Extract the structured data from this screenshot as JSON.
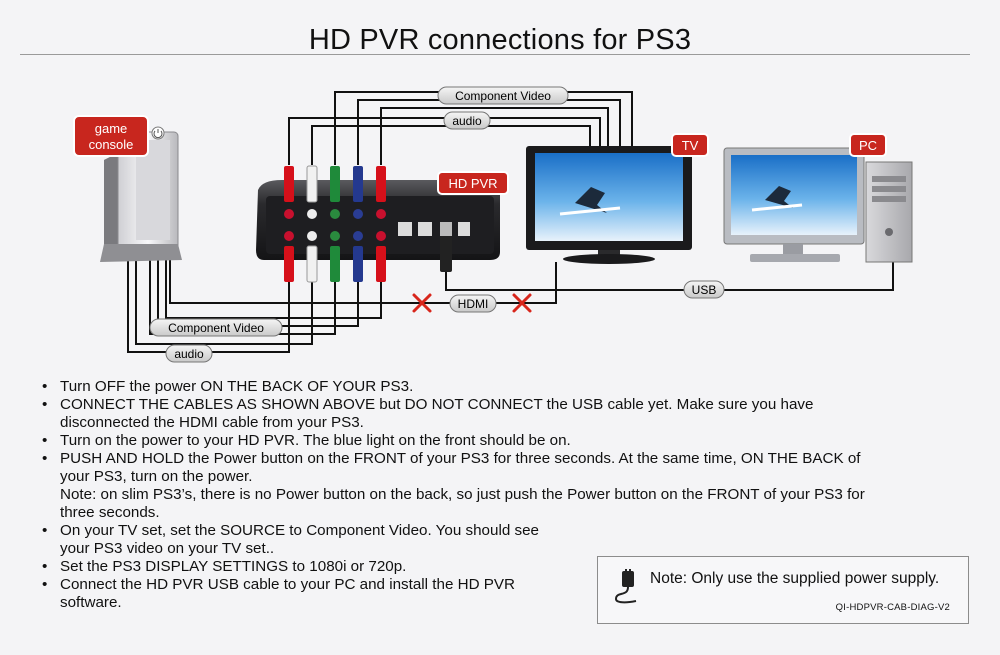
{
  "title": "HD PVR connections for PS3",
  "labels": {
    "game_console": [
      "game",
      "console"
    ],
    "hd_pvr": "HD PVR",
    "tv": "TV",
    "pc": "PC",
    "component_video_top": "Component Video",
    "audio_top": "audio",
    "component_video_bottom": "Component Video",
    "audio_bottom": "audio",
    "hdmi": "HDMI",
    "usb": "USB"
  },
  "colors": {
    "badge_red": "#c8261e",
    "cable_red": "#d6101a",
    "cable_green": "#1f8a3a",
    "cable_blue": "#24398f",
    "cable_white": "#f1f1f1",
    "cross_red": "#d8261c"
  },
  "instructions": [
    [
      "Turn OFF the power ON THE BACK OF YOUR PS3."
    ],
    [
      "CONNECT THE CABLES AS SHOWN ABOVE but DO NOT CONNECT the USB cable yet. Make sure you have",
      "disconnected the HDMI cable from your PS3."
    ],
    [
      "Turn on the power to your HD PVR. The blue light on the front should be on."
    ],
    [
      "PUSH AND HOLD the Power button on the FRONT of your PS3 for three seconds. At the same time, ON THE BACK of",
      "your PS3, turn on the power.",
      "Note: on slim PS3’s, there is no Power button on the back, so just push the Power button on the FRONT of your PS3 for",
      "three seconds."
    ],
    [
      "On your TV set, set the SOURCE to Component Video. You should see",
      "your PS3 video on your TV set.."
    ],
    [
      "Set the PS3 DISPLAY SETTINGS to 1080i or 720p."
    ],
    [
      "Connect the HD PVR USB cable to your PC and install the HD PVR",
      "software."
    ]
  ],
  "note": {
    "icon": "power-plug-icon",
    "text": "Note: Only use the supplied power supply.",
    "code": "QI-HDPVR-CAB-DIAG-V2"
  }
}
